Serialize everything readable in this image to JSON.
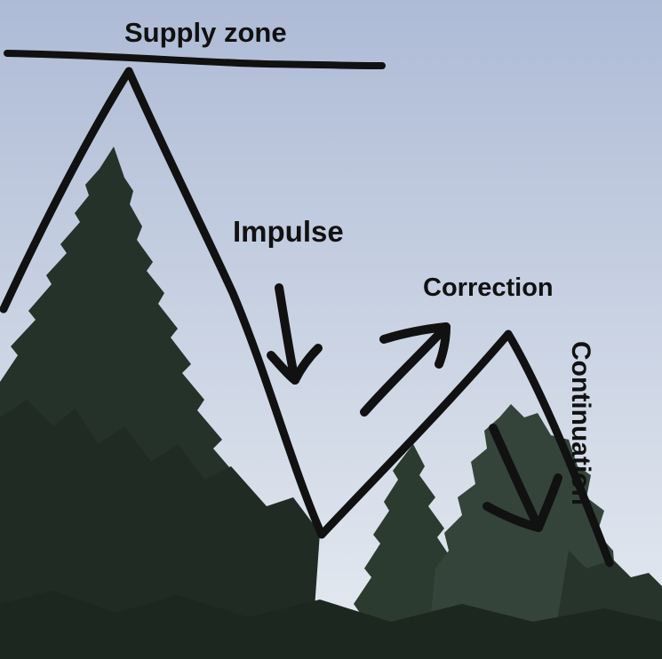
{
  "labels": {
    "supply_zone": "Supply zone",
    "impulse": "Impulse",
    "correction": "Correction",
    "continuation": "Continuation"
  },
  "colors": {
    "sky_top": "#aebbd6",
    "sky_bottom": "#e6ebf1",
    "tree_dark": "#1e2a22",
    "tree_mid": "#2c3b2f",
    "tree_light": "#3b4a3c",
    "ink": "#111111"
  }
}
